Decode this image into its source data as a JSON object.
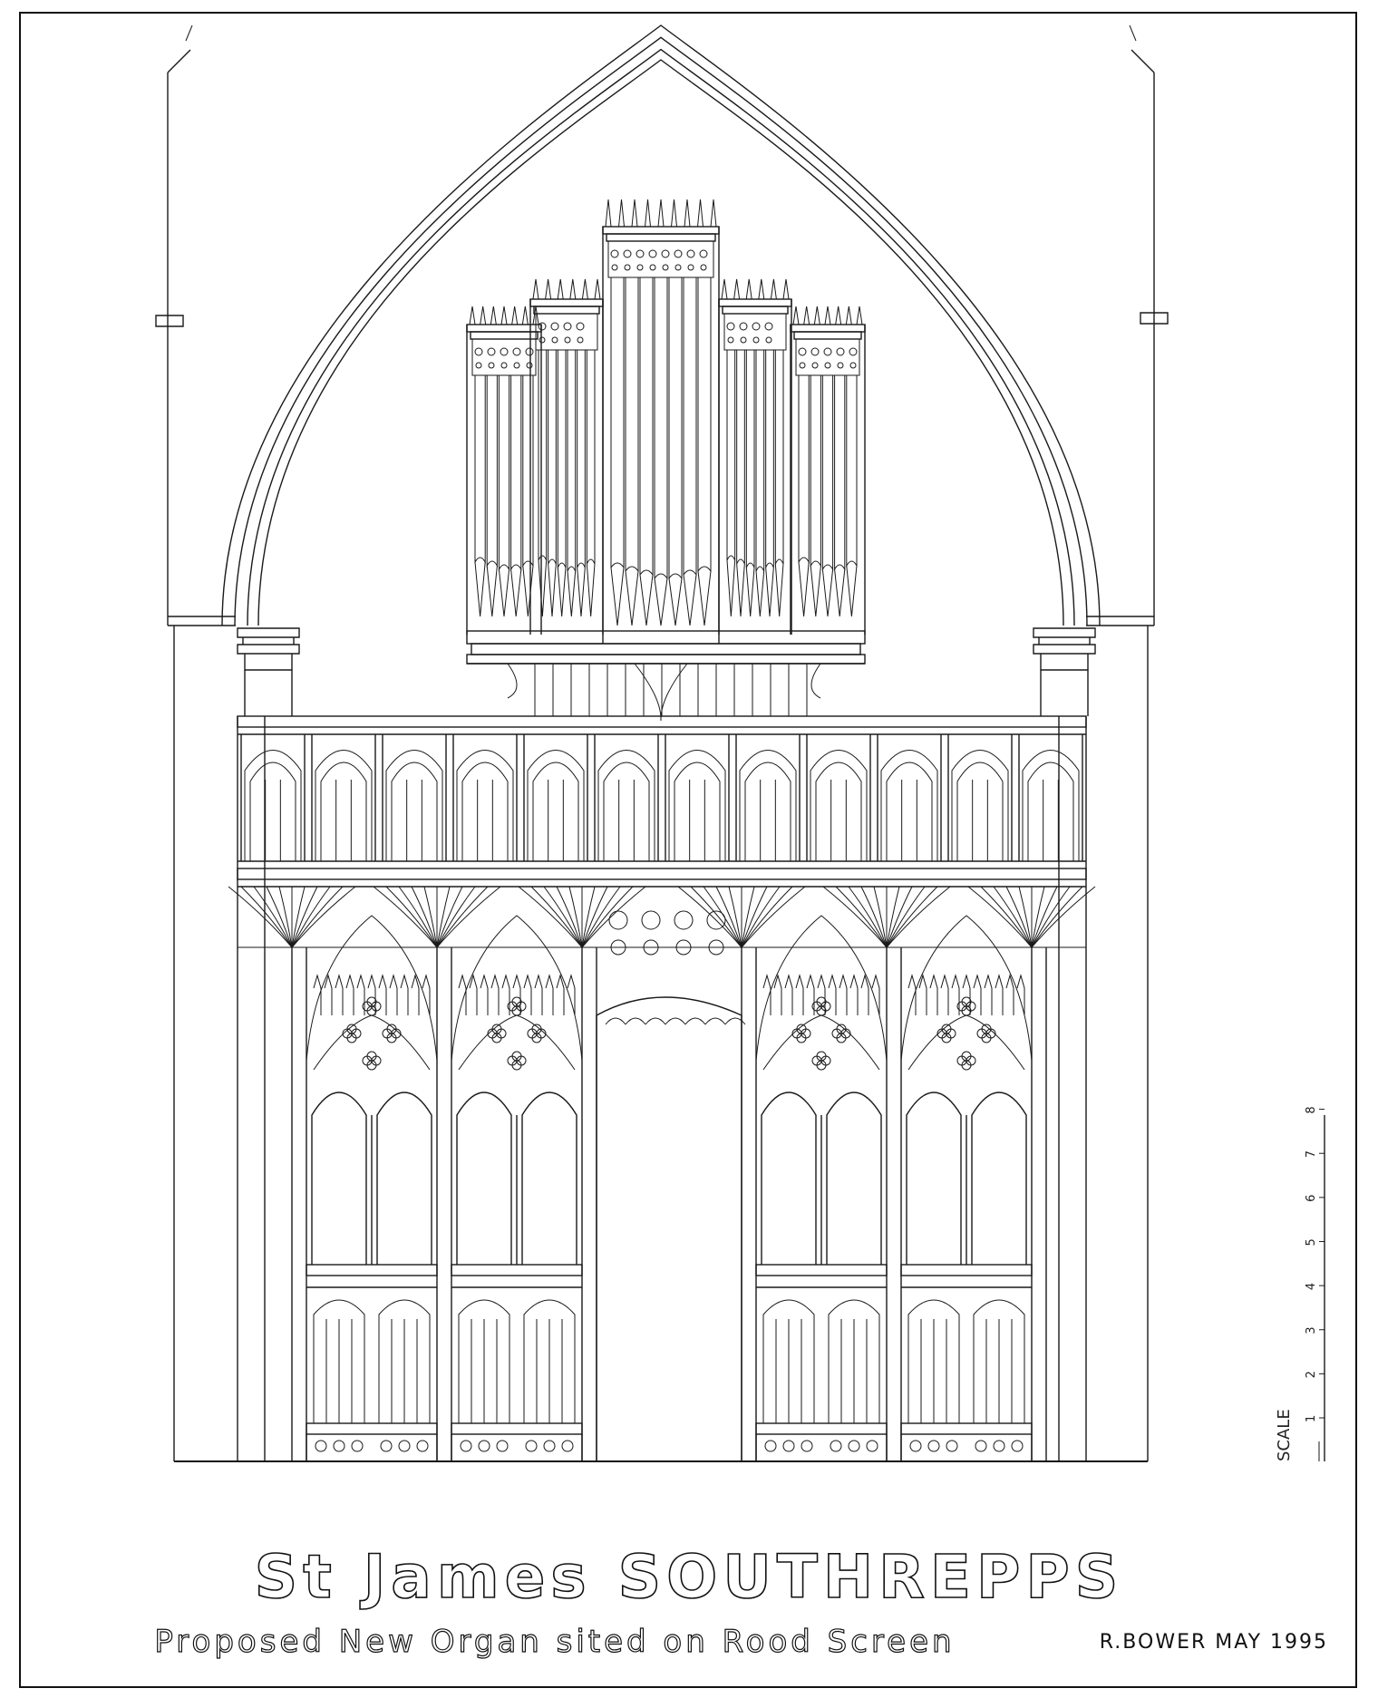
{
  "drawing": {
    "title": "St James SOUTHREPPS",
    "subtitle": "Proposed New Organ sited on Rood Screen",
    "author_date": "R.BOWER MAY 1995"
  },
  "scale_bar": {
    "label": "SCALE",
    "ticks": [
      "1",
      "2",
      "3",
      "4",
      "5",
      "6",
      "7",
      "8"
    ]
  }
}
